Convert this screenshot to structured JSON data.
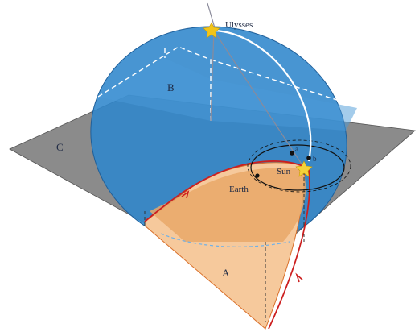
{
  "labels": {
    "ulysses": "Ulysses",
    "plane_b": "B",
    "plane_c": "C",
    "plane_a": "A",
    "sun": "Sun",
    "earth": "Earth",
    "point_a": "a",
    "point_b": "b"
  },
  "colors": {
    "ellipse_fill": "#2f86cc",
    "ellipse_edge": "#1f5f9a",
    "gray_plane": "#8a8a8a",
    "peach": "#f6c99c",
    "peach_dark": "#e9a869",
    "orange_edge": "#d9702a",
    "red_line": "#cc1f1f",
    "ulysses_star": "#f2c418",
    "sun_star": "#f4d23a",
    "dot": "#111111"
  }
}
